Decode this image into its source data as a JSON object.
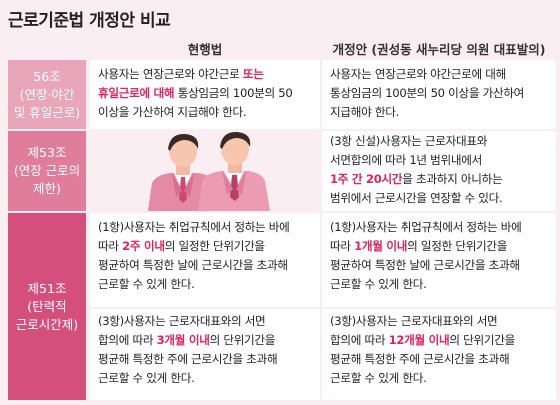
{
  "title": "근로기준법 개정안 비교",
  "headers": {
    "current": "현행법",
    "proposed": "개정안 (권성동 새누리당 의원 대표발의)"
  },
  "colors": {
    "accent": "#e0245e",
    "row1": "#e9a5b9",
    "row2": "#e07c9c",
    "row3": "#d44f7c",
    "background": "#fbeef2"
  },
  "rows": {
    "r56": {
      "label": [
        "56조",
        "(연장·야간",
        "및 휴일근로)"
      ],
      "current": [
        "사용자는 연장근로와 야간근로 ",
        "또는",
        "휴일근로에 대해",
        " 통상임금의 100분의 50",
        "이상을 가산하여 지급해야 한다."
      ],
      "proposed": [
        "사용자는 연장근로와 야간근로에 대해",
        "통상임금의 100분의 50 이상을 가산하여",
        "지급해야 한다."
      ]
    },
    "r53": {
      "label": [
        "제53조",
        "(연장 근로의",
        "제한)"
      ],
      "current_icon": "two-businessmen-illustration",
      "proposed": [
        "(3항 신설)사용자는 근로자대표와",
        "서면합의에 따라 1년 범위내에서",
        "1주 간 20시간",
        "을 초과하지 아니하는",
        "범위에서 근로시간을 연장할 수 있다."
      ]
    },
    "r51": {
      "label": [
        "제51조",
        "(탄력적",
        "근로시간제)"
      ],
      "current_1": [
        "(1항)사용자는 취업규칙에서 정하는 바에",
        "따라 ",
        "2주 이내",
        "의 일정한 단위기간을",
        "평균하여  특정한 날에 근로시간을 초과해",
        "근로할 수 있게 한다."
      ],
      "proposed_1": [
        "(1항)사용자는 취업규칙에서 정하는 바에",
        "따라 ",
        "1개월 이내",
        "의 일정한 단위기간을",
        "평균하여 특정한 날에 근로시간을 초과해",
        "근로할 수 있게 한다."
      ],
      "current_3": [
        "(3항)사용자는 근로자대표와의 서면",
        "합의에 따라 ",
        "3개월 이내",
        "의 단위기간을",
        "평균해 특정한 주에 근로시간을 초과해",
        "근로할 수 있게 한다."
      ],
      "proposed_3": [
        "(3항)사용자는 근로자대표와의 서면",
        "합의에 따라 ",
        "12개월 이내",
        "의 단위기간을",
        "평균해 특정한 주에 근로시간을 초과해",
        "근로할 수 있게 한다."
      ]
    }
  }
}
